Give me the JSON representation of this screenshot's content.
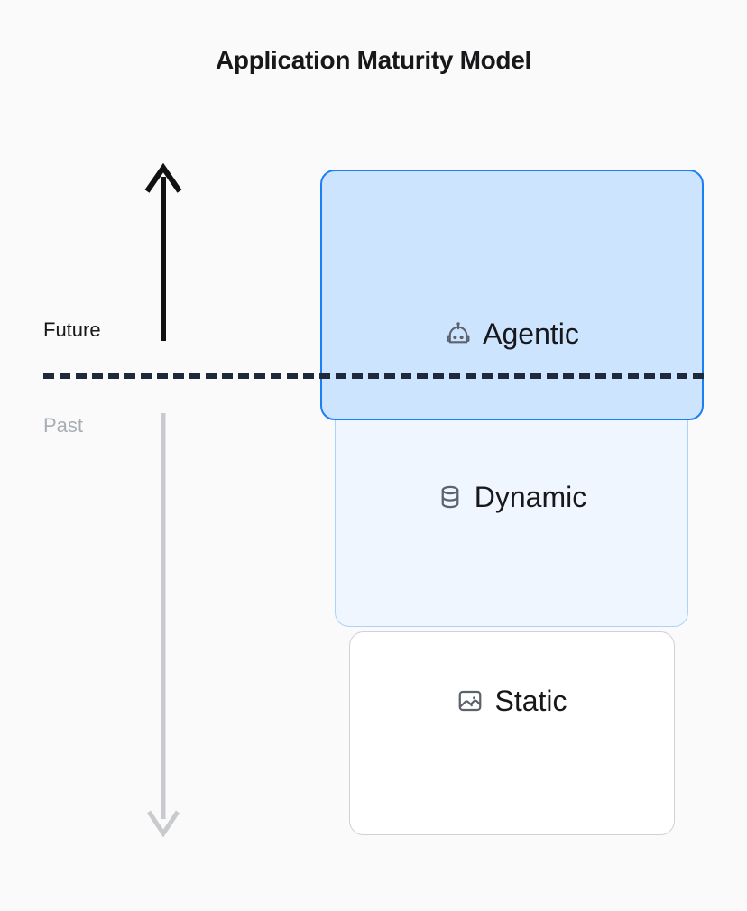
{
  "page": {
    "title": "Application Maturity Model",
    "background_color": "#fafafa"
  },
  "axis": {
    "future_label": "Future",
    "past_label": "Past",
    "up_arrow_name": "up-arrow",
    "up_arrow_color": "#111111",
    "down_arrow_name": "down-arrow",
    "down_arrow_color": "#c8cacd",
    "divider_style": "dashed",
    "divider_color": "#1e293b"
  },
  "layers": [
    {
      "id": "agentic",
      "label": "Agentic",
      "icon": "robot-icon",
      "fill": "#cce4fd",
      "border": "#1a7ef5",
      "era": "Future"
    },
    {
      "id": "dynamic",
      "label": "Dynamic",
      "icon": "database-icon",
      "fill": "#eff6ff",
      "border": "#a9d3fb",
      "era": "Past"
    },
    {
      "id": "static",
      "label": "Static",
      "icon": "image-icon",
      "fill": "#ffffff",
      "border": "#cfd2d4",
      "era": "Past"
    }
  ]
}
